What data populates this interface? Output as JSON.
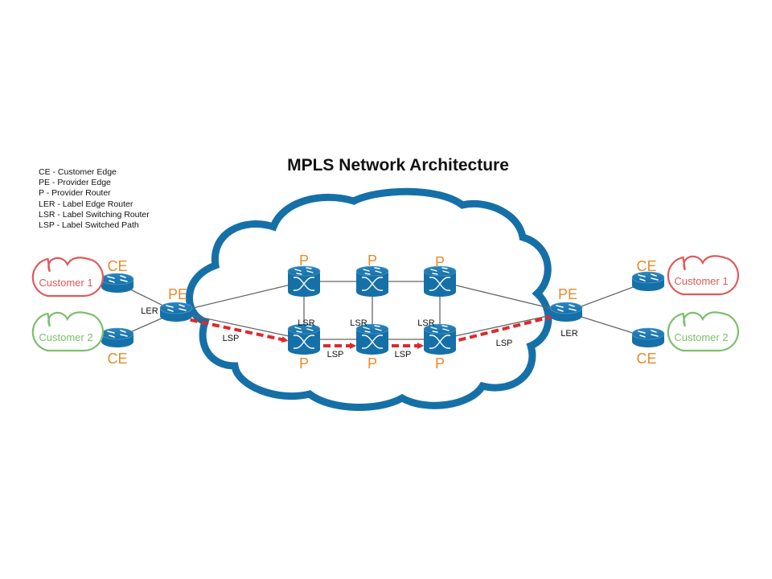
{
  "title": "MPLS Network Architecture",
  "legend": [
    "CE - Customer Edge",
    "PE - Provider Edge",
    "P - Provider Router",
    "LER - Label Edge Router",
    "LSR - Label Switching Router",
    "LSP - Label Switched Path"
  ],
  "colors": {
    "router_blue": "#1670a8",
    "cloud_blue": "#1670a8",
    "role_label_orange": "#ea8a2a",
    "customer1_red": "#e05a5a",
    "customer2_green": "#7cbf6a",
    "lsp_arrow_red": "#e0282a",
    "link_gray": "#666666"
  },
  "customers": {
    "left": [
      {
        "id": "cust1-left",
        "label": "Customer 1",
        "color": "#e05a5a"
      },
      {
        "id": "cust2-left",
        "label": "Customer 2",
        "color": "#7cbf6a"
      }
    ],
    "right": [
      {
        "id": "cust1-right",
        "label": "Customer 1",
        "color": "#e05a5a"
      },
      {
        "id": "cust2-right",
        "label": "Customer 2",
        "color": "#7cbf6a"
      }
    ]
  },
  "nodes": [
    {
      "id": "ce-l1",
      "type": "edge-router",
      "role": "CE",
      "sublabel": ""
    },
    {
      "id": "ce-l2",
      "type": "edge-router",
      "role": "CE",
      "sublabel": ""
    },
    {
      "id": "pe-l",
      "type": "edge-router",
      "role": "PE",
      "sublabel": "LER"
    },
    {
      "id": "p-t1",
      "type": "switch-router",
      "role": "P",
      "sublabel": ""
    },
    {
      "id": "p-t2",
      "type": "switch-router",
      "role": "P",
      "sublabel": ""
    },
    {
      "id": "p-t3",
      "type": "switch-router",
      "role": "P",
      "sublabel": ""
    },
    {
      "id": "p-b1",
      "type": "switch-router",
      "role": "P",
      "sublabel": "LSR"
    },
    {
      "id": "p-b2",
      "type": "switch-router",
      "role": "P",
      "sublabel": "LSR"
    },
    {
      "id": "p-b3",
      "type": "switch-router",
      "role": "P",
      "sublabel": "LSR"
    },
    {
      "id": "pe-r",
      "type": "edge-router",
      "role": "PE",
      "sublabel": "LER"
    },
    {
      "id": "ce-r1",
      "type": "edge-router",
      "role": "CE",
      "sublabel": ""
    },
    {
      "id": "ce-r2",
      "type": "edge-router",
      "role": "CE",
      "sublabel": ""
    }
  ],
  "links": [
    [
      "ce-l1",
      "pe-l"
    ],
    [
      "ce-l2",
      "pe-l"
    ],
    [
      "pe-l",
      "p-t1"
    ],
    [
      "pe-l",
      "p-b1"
    ],
    [
      "p-t1",
      "p-t2"
    ],
    [
      "p-t2",
      "p-t3"
    ],
    [
      "p-b1",
      "p-b2"
    ],
    [
      "p-b2",
      "p-b3"
    ],
    [
      "p-t1",
      "p-b1"
    ],
    [
      "p-t2",
      "p-b2"
    ],
    [
      "p-t3",
      "p-b3"
    ],
    [
      "p-t3",
      "pe-r"
    ],
    [
      "p-b3",
      "pe-r"
    ],
    [
      "pe-r",
      "ce-r1"
    ],
    [
      "pe-r",
      "ce-r2"
    ]
  ],
  "lsp_path": {
    "label": "LSP",
    "hops": [
      [
        "pe-l",
        "p-b1"
      ],
      [
        "p-b1",
        "p-b2"
      ],
      [
        "p-b2",
        "p-b3"
      ],
      [
        "p-b3",
        "pe-r"
      ]
    ]
  }
}
